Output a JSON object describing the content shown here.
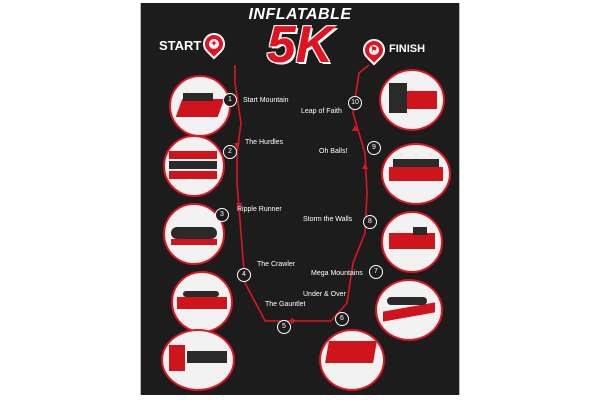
{
  "brand": {
    "top": "INFLATABLE",
    "big": "5K"
  },
  "start_label": "START",
  "finish_label": "FINISH",
  "stops": [
    {
      "n": "1",
      "name": "Start Mountain"
    },
    {
      "n": "2",
      "name": "The Hurdles"
    },
    {
      "n": "3",
      "name": "Ripple Runner"
    },
    {
      "n": "4",
      "name": "The Crawler"
    },
    {
      "n": "5",
      "name": "The Gauntlet"
    },
    {
      "n": "6",
      "name": "Under & Over"
    },
    {
      "n": "7",
      "name": "Mega Mountains"
    },
    {
      "n": "8",
      "name": "Storm the Walls"
    },
    {
      "n": "9",
      "name": "Oh Balls!"
    },
    {
      "n": "10",
      "name": "Leap of Faith"
    }
  ],
  "colors": {
    "accent": "#e01420",
    "background": "#1c1c1c",
    "text": "#ffffff"
  },
  "icons": {
    "start": "runner-pin-icon",
    "finish": "finish-flag-pin-icon"
  }
}
